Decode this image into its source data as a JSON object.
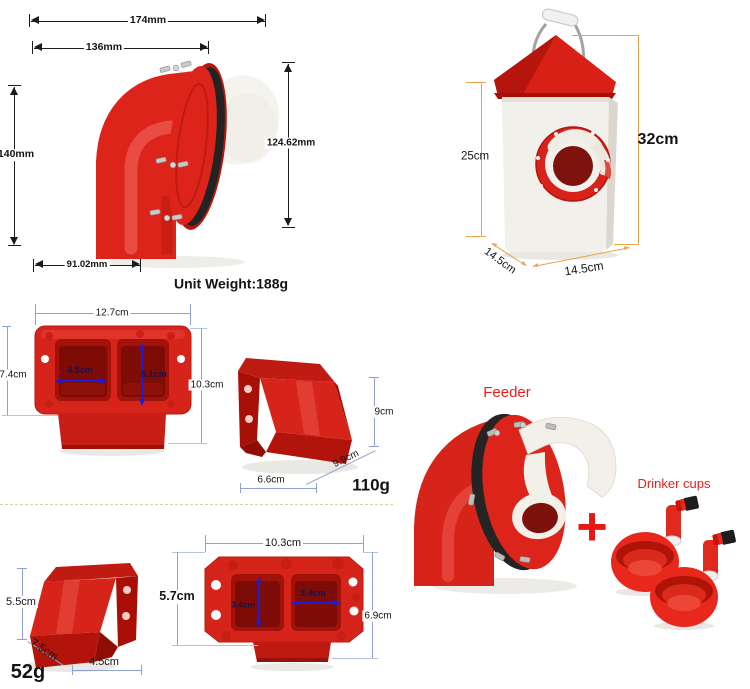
{
  "palette": {
    "product_red": "#d7241b",
    "dim_black": "#1c1c1c",
    "dim_orange": "#e8a34c",
    "dim_blue": "#8fa0d2",
    "arrow_blue": "#1b1bd8",
    "accent_text_red": "#ee1c1c"
  },
  "elbow": {
    "w_total": "174mm",
    "w_flange": "136mm",
    "h_left": "140mm",
    "h_right": "124.62mm",
    "w_bottom": "91.02mm",
    "weight": "Unit Weight:188g"
  },
  "hopper": {
    "h_body": "25cm",
    "h_total": "32cm",
    "depth": "14.5cm",
    "width": "14.5cm"
  },
  "bigBracket": {
    "width": "12.7cm",
    "h_plate": "7.4cm",
    "h_total": "10.3cm",
    "pocket_w": "4.5cm",
    "pocket_h": "5.1cm",
    "side_h": "9cm",
    "side_w": "6.6cm",
    "side_d": "9.9cm",
    "weight": "110g"
  },
  "smallBracket": {
    "side_h": "5.5cm",
    "side_d": "7.5cm",
    "side_w": "4.5cm",
    "weight": "52g",
    "width": "10.3cm",
    "h_plate": "5.7cm",
    "pocket_h": "3.4cm",
    "pocket_w": "3.4cm",
    "h_total": "6.9cm"
  },
  "combo": {
    "feeder": "Feeder",
    "plus": "+",
    "drinkers": "Drinker cups"
  }
}
